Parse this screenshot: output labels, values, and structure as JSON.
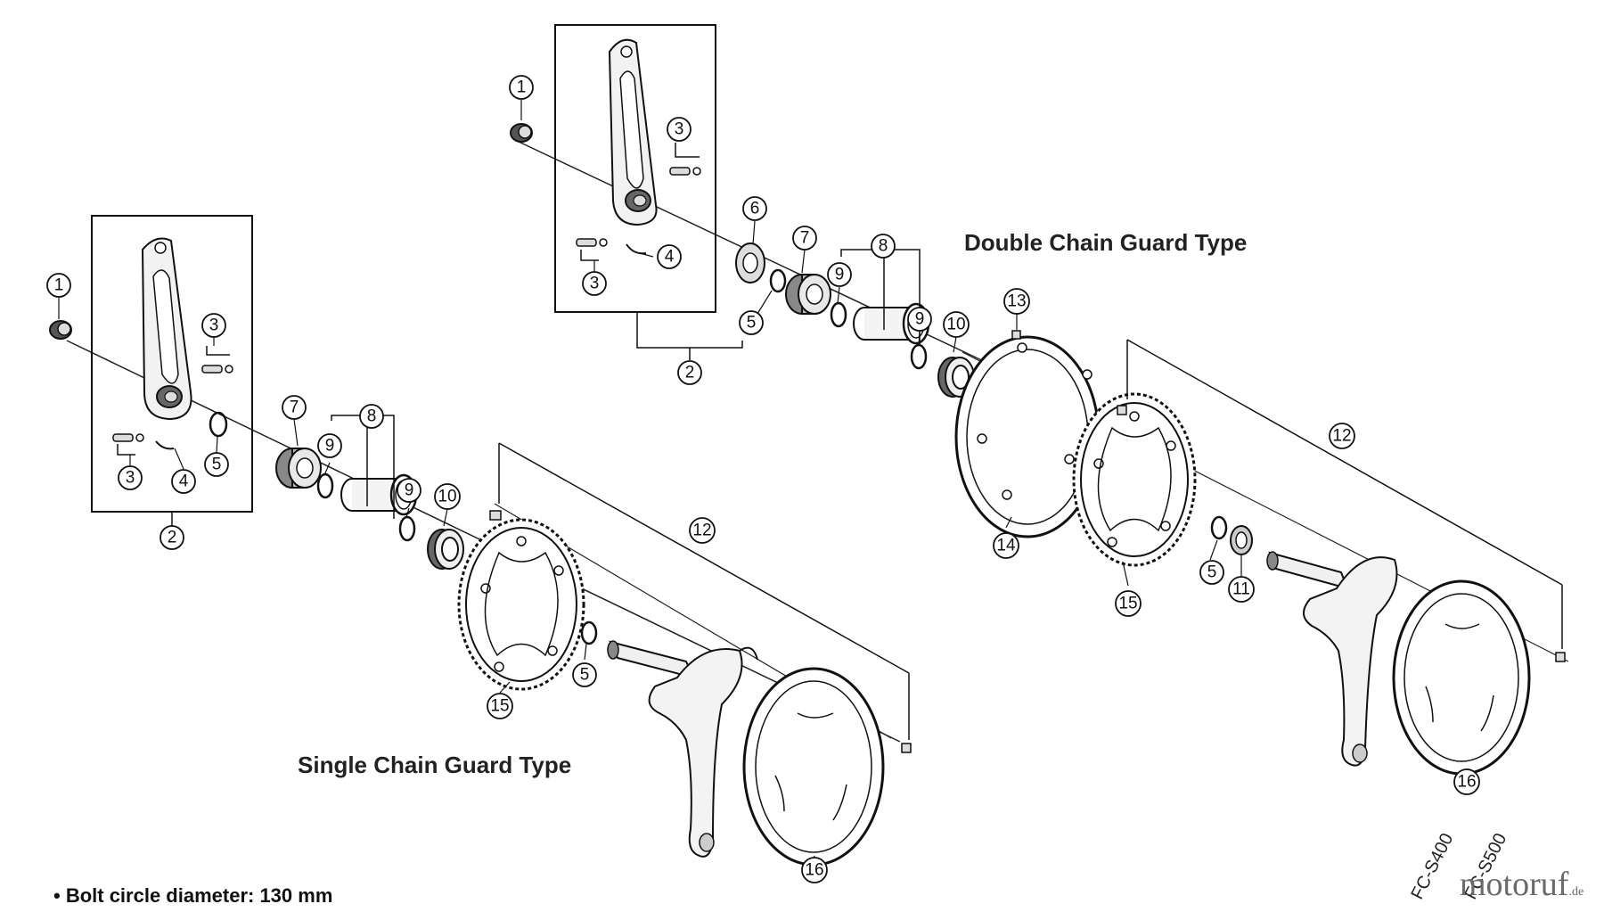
{
  "titles": {
    "double": "Double Chain Guard Type",
    "single": "Single Chain Guard Type"
  },
  "note": "• Bolt circle diameter: 130 mm",
  "models": [
    "FC-S400",
    "FC-S500"
  ],
  "watermark": {
    "text": "motoruf",
    "suffix": ".de"
  },
  "callouts": [
    "1",
    "2",
    "3",
    "4",
    "5",
    "6",
    "7",
    "8",
    "9",
    "10",
    "11",
    "12",
    "13",
    "14",
    "15",
    "16"
  ]
}
